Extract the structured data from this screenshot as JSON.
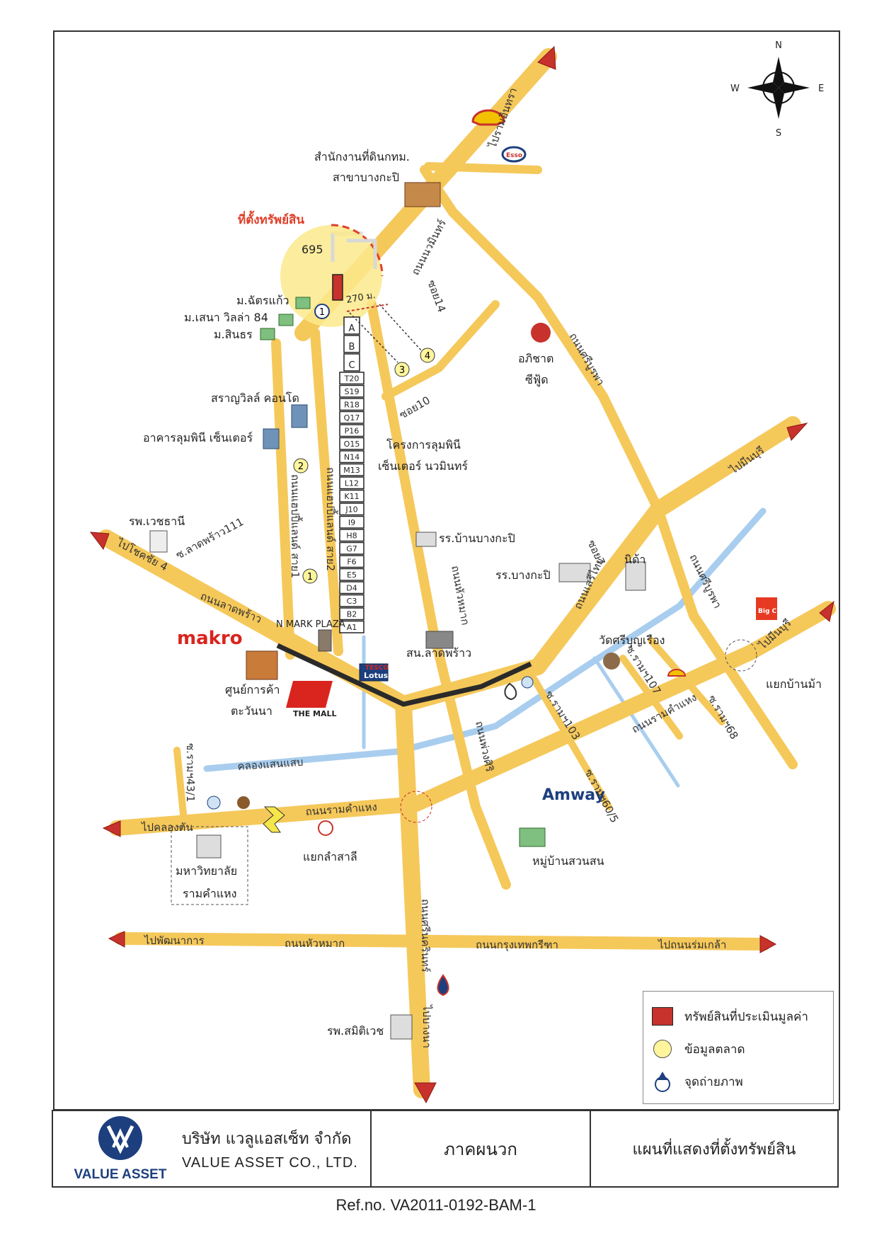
{
  "compass": {
    "n": "N",
    "s": "S",
    "e": "E",
    "w": "W"
  },
  "marker": {
    "label": "ที่ตั้งทรัพย์สิน",
    "plot_number": "695",
    "distance": "270 ม."
  },
  "landmarks": {
    "land_office_1": "สำนักงานที่ดินกทม.",
    "land_office_2": "สาขาบางกะปิ",
    "chatkaew": "ม.ฉัตรแก้ว",
    "sena_villa": "ม.เสนา วิลล่า 84",
    "sinthorn": "ม.สินธร",
    "saran_villa": "สราญวิลล์ คอนโด",
    "lumpini_center": "อาคารลุมพินี เซ็นเตอร์",
    "aphichat_1": "อภิชาต",
    "aphichat_2": "ซีฟู้ด",
    "lumpini_project_1": "โครงการลุมพินี",
    "lumpini_project_2": "เซ็นเตอร์ นวมินทร์",
    "wetchathani": "รพ.เวชธานี",
    "ban_bangkapi_school": "รร.บ้านบางกะปิ",
    "bangkapi_school": "รร.บางกะปิ",
    "nida": "นิด้า",
    "n_mark_plaza": "N MARK PLAZA",
    "makro": "makro",
    "tawanna_1": "ศูนย์การค้า",
    "tawanna_2": "ตะวันนา",
    "the_mall": "THE MALL",
    "tesco": "TESCO",
    "lotus": "Lotus",
    "ladprao_police": "สน.ลาดพร้าว",
    "wat_sriboonruang": "วัดศรีบุญเรือง",
    "yaek_ban_ma": "แยกบ้านม้า",
    "big_c": "Big C",
    "amway": "Amway",
    "suan_son": "หมู่บ้านสวนสน",
    "ramkhamhaeng_uni_1": "มหาวิทยาลัย",
    "ramkhamhaeng_uni_2": "รามคำแหง",
    "yaek_lamsali": "แยกลำสาลี",
    "samitivej": "รพ.สมิติเวช",
    "esso": "Esso"
  },
  "roads": {
    "to_pranin": "ไปรามอินทรา",
    "nawamin": "ถนนนวมินทร์",
    "soi14": "ซอย14",
    "soi10": "ซอย10",
    "sriburapha": "ถนนศรีบูรพา",
    "sriburapha2": "ถนนศรีบูรพา",
    "to_minburi_1": "ไปมีนบุรี",
    "to_minburi_2": "ไปมีนบุรี",
    "to_chokchai4": "ไปโชคชัย 4",
    "ladprao111": "ซ.ลาดพร้าว111",
    "ladprao_rd": "ถนนลาดพร้าว",
    "mueang_pao_1": "ถนนเสรีไทย",
    "serithai": "ถนนเสรีไทย",
    "soi7": "ซอย7",
    "khlong_saen_saep": "คลองแสนแสบ",
    "ram43": "ซ.รามฯ43/1",
    "to_khlong_ton": "ไปคลองตัน",
    "ramkhamhaeng_1": "ถนนรามคำแหง",
    "ramkhamhaeng_2": "ถนนรามคำแหง",
    "ram103": "ซ.รามฯ103",
    "ram107": "ซ.รามฯ107",
    "ram68": "ซ.รามฯ68",
    "ram60": "ซ.รามฯ60/5",
    "to_phatthanakan": "ไปพัฒนาการ",
    "hua_mak": "ถนนหัวหมาก",
    "krungthep_kreetha": "ถนนกรุงเทพกรีฑา",
    "to_rom_klao": "ไปถนนร่มเกล้า",
    "srinakarin": "ถนนศรีนครินทร์",
    "to_bangna": "ไปบางนา",
    "nuan_chan": "ถนนแฮปปี้แลนด์ สาย1",
    "happyland2": "ถนนแฮปปี้แลนด์ สาย2",
    "khlong_soi": "คลองแสนแสบ",
    "mueang_thong": "ถนนพ่วงศิริ",
    "nawamin_inner": "ถนนหัวหมาก"
  },
  "sois": [
    "A",
    "B",
    "C",
    "T20",
    "S19",
    "R18",
    "Q17",
    "P16",
    "O15",
    "N14",
    "M13",
    "L12",
    "K11",
    "J10",
    "I9",
    "H8",
    "G7",
    "F6",
    "E5",
    "D4",
    "C3",
    "B2",
    "A1"
  ],
  "photo_points": [
    "1",
    "2",
    "1",
    "3",
    "4"
  ],
  "legend": {
    "appraised": "ทรัพย์สินที่ประเมินมูลค่า",
    "market": "ข้อมูลตลาด",
    "photo": "จุดถ่ายภาพ"
  },
  "footer": {
    "company_th": "บริษัท แวลูแอสเซ็ท จำกัด",
    "company_en": "VALUE ASSET CO., LTD.",
    "logo_name": "VALUE ASSET",
    "appendix": "ภาคผนวก",
    "title": "แผนที่แสดงที่ตั้งทรัพย์สิน"
  },
  "ref": "Ref.no. VA2011-0192-BAM-1",
  "colors": {
    "road": "#f5c85a",
    "water": "#9fc8ee",
    "arrow": "#c8322c",
    "marker_zone": "#fbe98c",
    "highlight_road": "#2a2a2a",
    "brand_blue": "#1d3f7e"
  }
}
